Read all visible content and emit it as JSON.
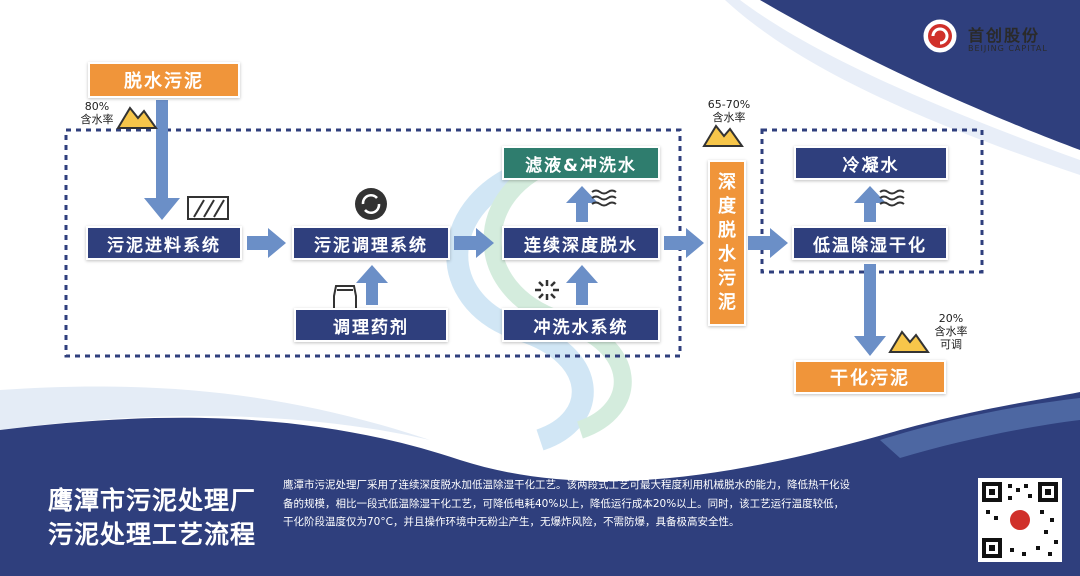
{
  "company": {
    "name_cn": "首创股份",
    "name_en": "BEIJING CAPITAL"
  },
  "nodes": {
    "sludge_in": "脱水污泥",
    "feed_system": "污泥进料系统",
    "conditioning_system": "污泥调理系统",
    "continuous_dewatering": "连续深度脱水",
    "filtrate_wash": "滤液&冲洗水",
    "conditioning_agent": "调理药剂",
    "wash_water_system": "冲洗水系统",
    "deep_dewatered_sludge": [
      "深",
      "度",
      "脱",
      "水",
      "污",
      "泥"
    ],
    "condensate": "冷凝水",
    "low_temp_drying": "低温除湿干化",
    "dried_sludge": "干化污泥"
  },
  "moisture_notes": {
    "input": [
      "80%",
      "含水率"
    ],
    "dewatered": [
      "65-70%",
      "含水率"
    ],
    "dried": [
      "20%",
      "含水率",
      "可调"
    ]
  },
  "footer": {
    "title_lines": [
      "鹰潭市污泥处理厂",
      "污泥处理工艺流程"
    ],
    "description": "鹰潭市污泥处理厂采用了连续深度脱水加低温除湿干化工艺。该两段式工艺可最大程度利用机械脱水的能力，降低热干化设备的规模，相比一段式低温除湿干化工艺，可降低电耗40%以上，降低运行成本20%以上。同时，该工艺运行温度较低，干化阶段温度仅为70°C，并且操作环境中无粉尘产生，无爆炸风险，不需防爆，具备极高安全性。"
  },
  "colors": {
    "navy": "#2f3f7d",
    "orange": "#f0953a",
    "teal": "#2f7d6e",
    "arrow": "#6b8fc7",
    "dashed": "#2f3f7d"
  },
  "icons": [
    "heater-icon",
    "conditioning-cycle-icon",
    "chemical-bag-icon",
    "fan-icon",
    "steam-icon",
    "mountain-icon",
    "logo-icon",
    "qr-code-icon"
  ]
}
